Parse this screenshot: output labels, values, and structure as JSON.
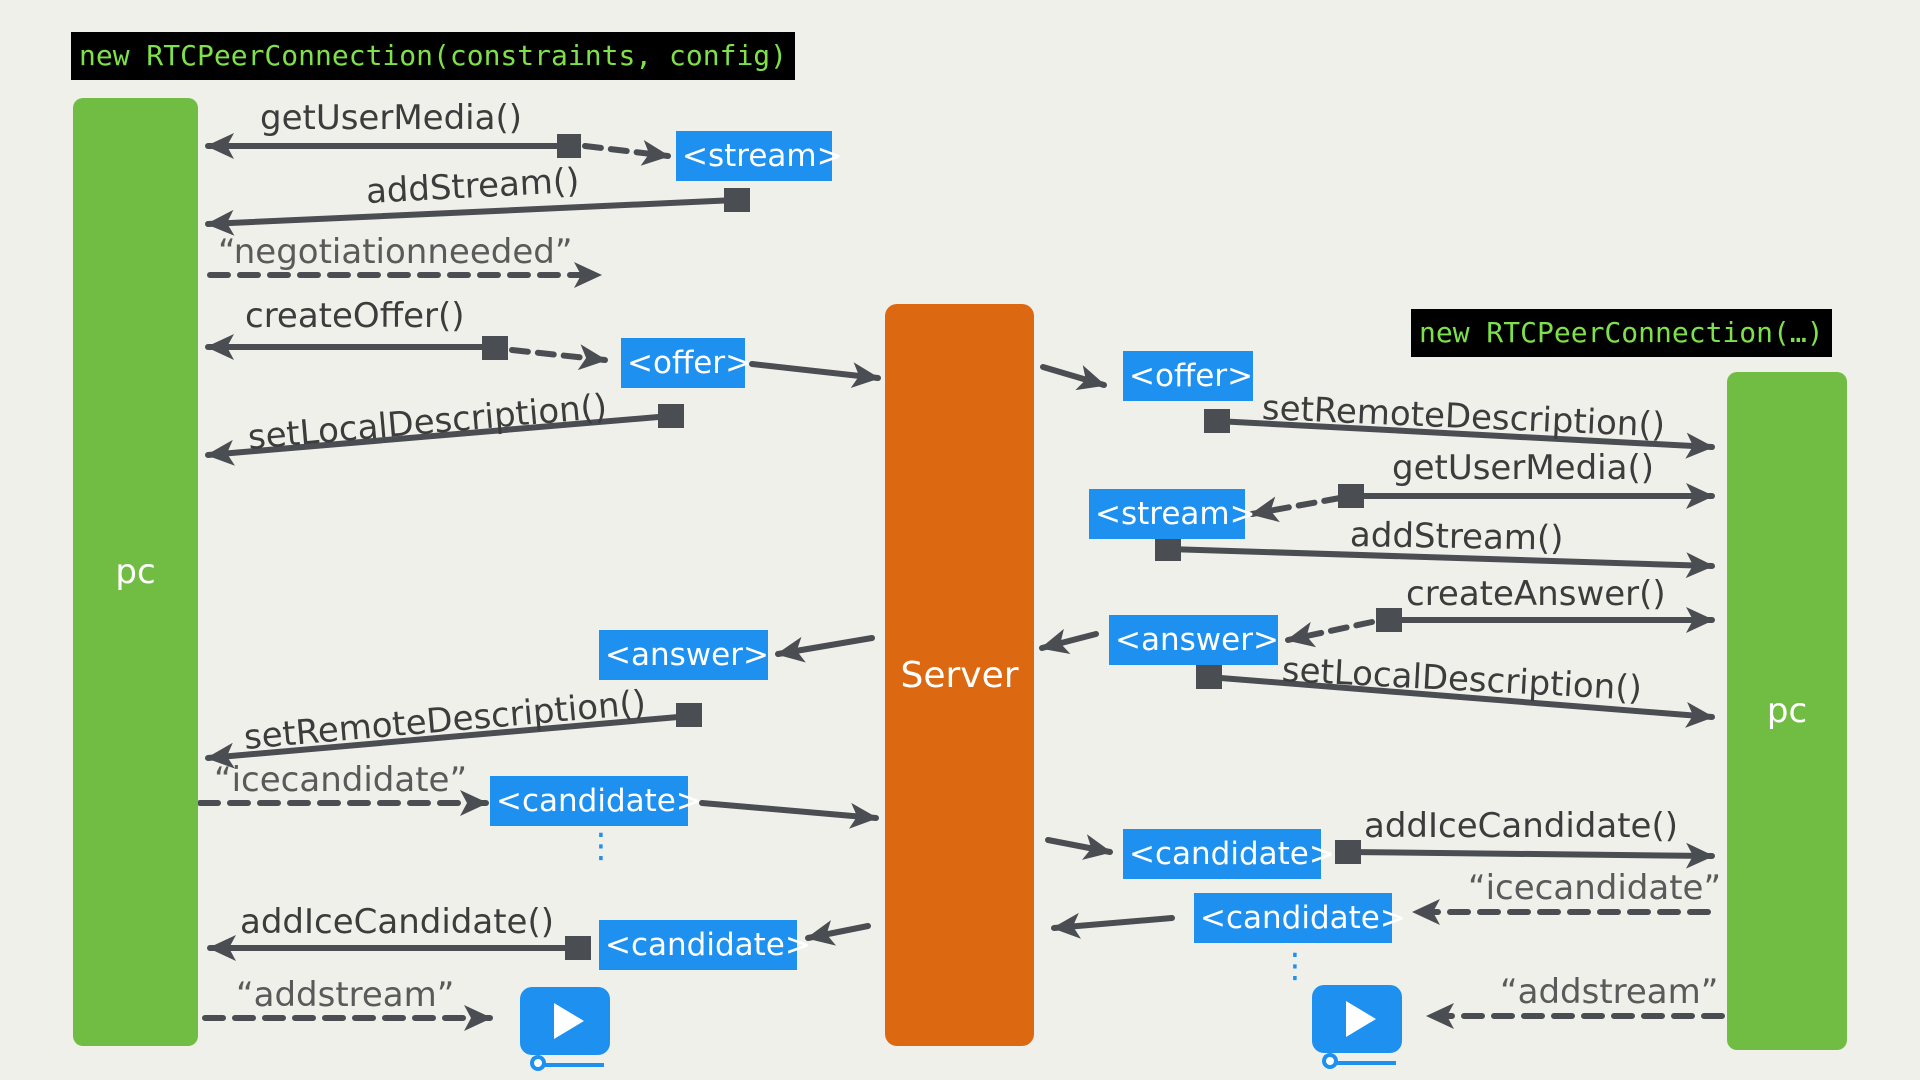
{
  "top_left_code": "new RTCPeerConnection(constraints, config)",
  "right_code": "new RTCPeerConnection(…)",
  "left_peer_label": "pc",
  "right_peer_label": "pc",
  "server_label": "Server",
  "left_side": {
    "getUserMedia": "getUserMedia()",
    "stream": "<stream>",
    "addStream": "addStream()",
    "negotiationneeded": "“negotiationneeded”",
    "createOffer": "createOffer()",
    "offer": "<offer>",
    "setLocalDescription": "setLocalDescription()",
    "answer": "<answer>",
    "setRemoteDescription": "setRemoteDescription()",
    "icecandidate": "“icecandidate”",
    "candidate_out": "<candidate>",
    "ellipsis": "⋮",
    "addIceCandidate": "addIceCandidate()",
    "candidate_in": "<candidate>",
    "addstream": "“addstream”"
  },
  "right_side": {
    "offer": "<offer>",
    "setRemoteDescription": "setRemoteDescription()",
    "getUserMedia": "getUserMedia()",
    "stream": "<stream>",
    "addStream": "addStream()",
    "createAnswer": "createAnswer()",
    "answer": "<answer>",
    "setLocalDescription": "setLocalDescription()",
    "candidate_in": "<candidate>",
    "addIceCandidate": "addIceCandidate()",
    "icecandidate": "“icecandidate”",
    "candidate_out": "<candidate>",
    "ellipsis": "⋮",
    "addstream": "“addstream”"
  },
  "colors": {
    "background": "#f0f0eb",
    "peer": "#71bd43",
    "server": "#dc6812",
    "tag": "#1e90f0",
    "arrow": "#4a4d52",
    "code_bg": "#000000",
    "code_text": "#7ee04a"
  },
  "icons": [
    "play-video-icon-left",
    "play-video-icon-right"
  ]
}
